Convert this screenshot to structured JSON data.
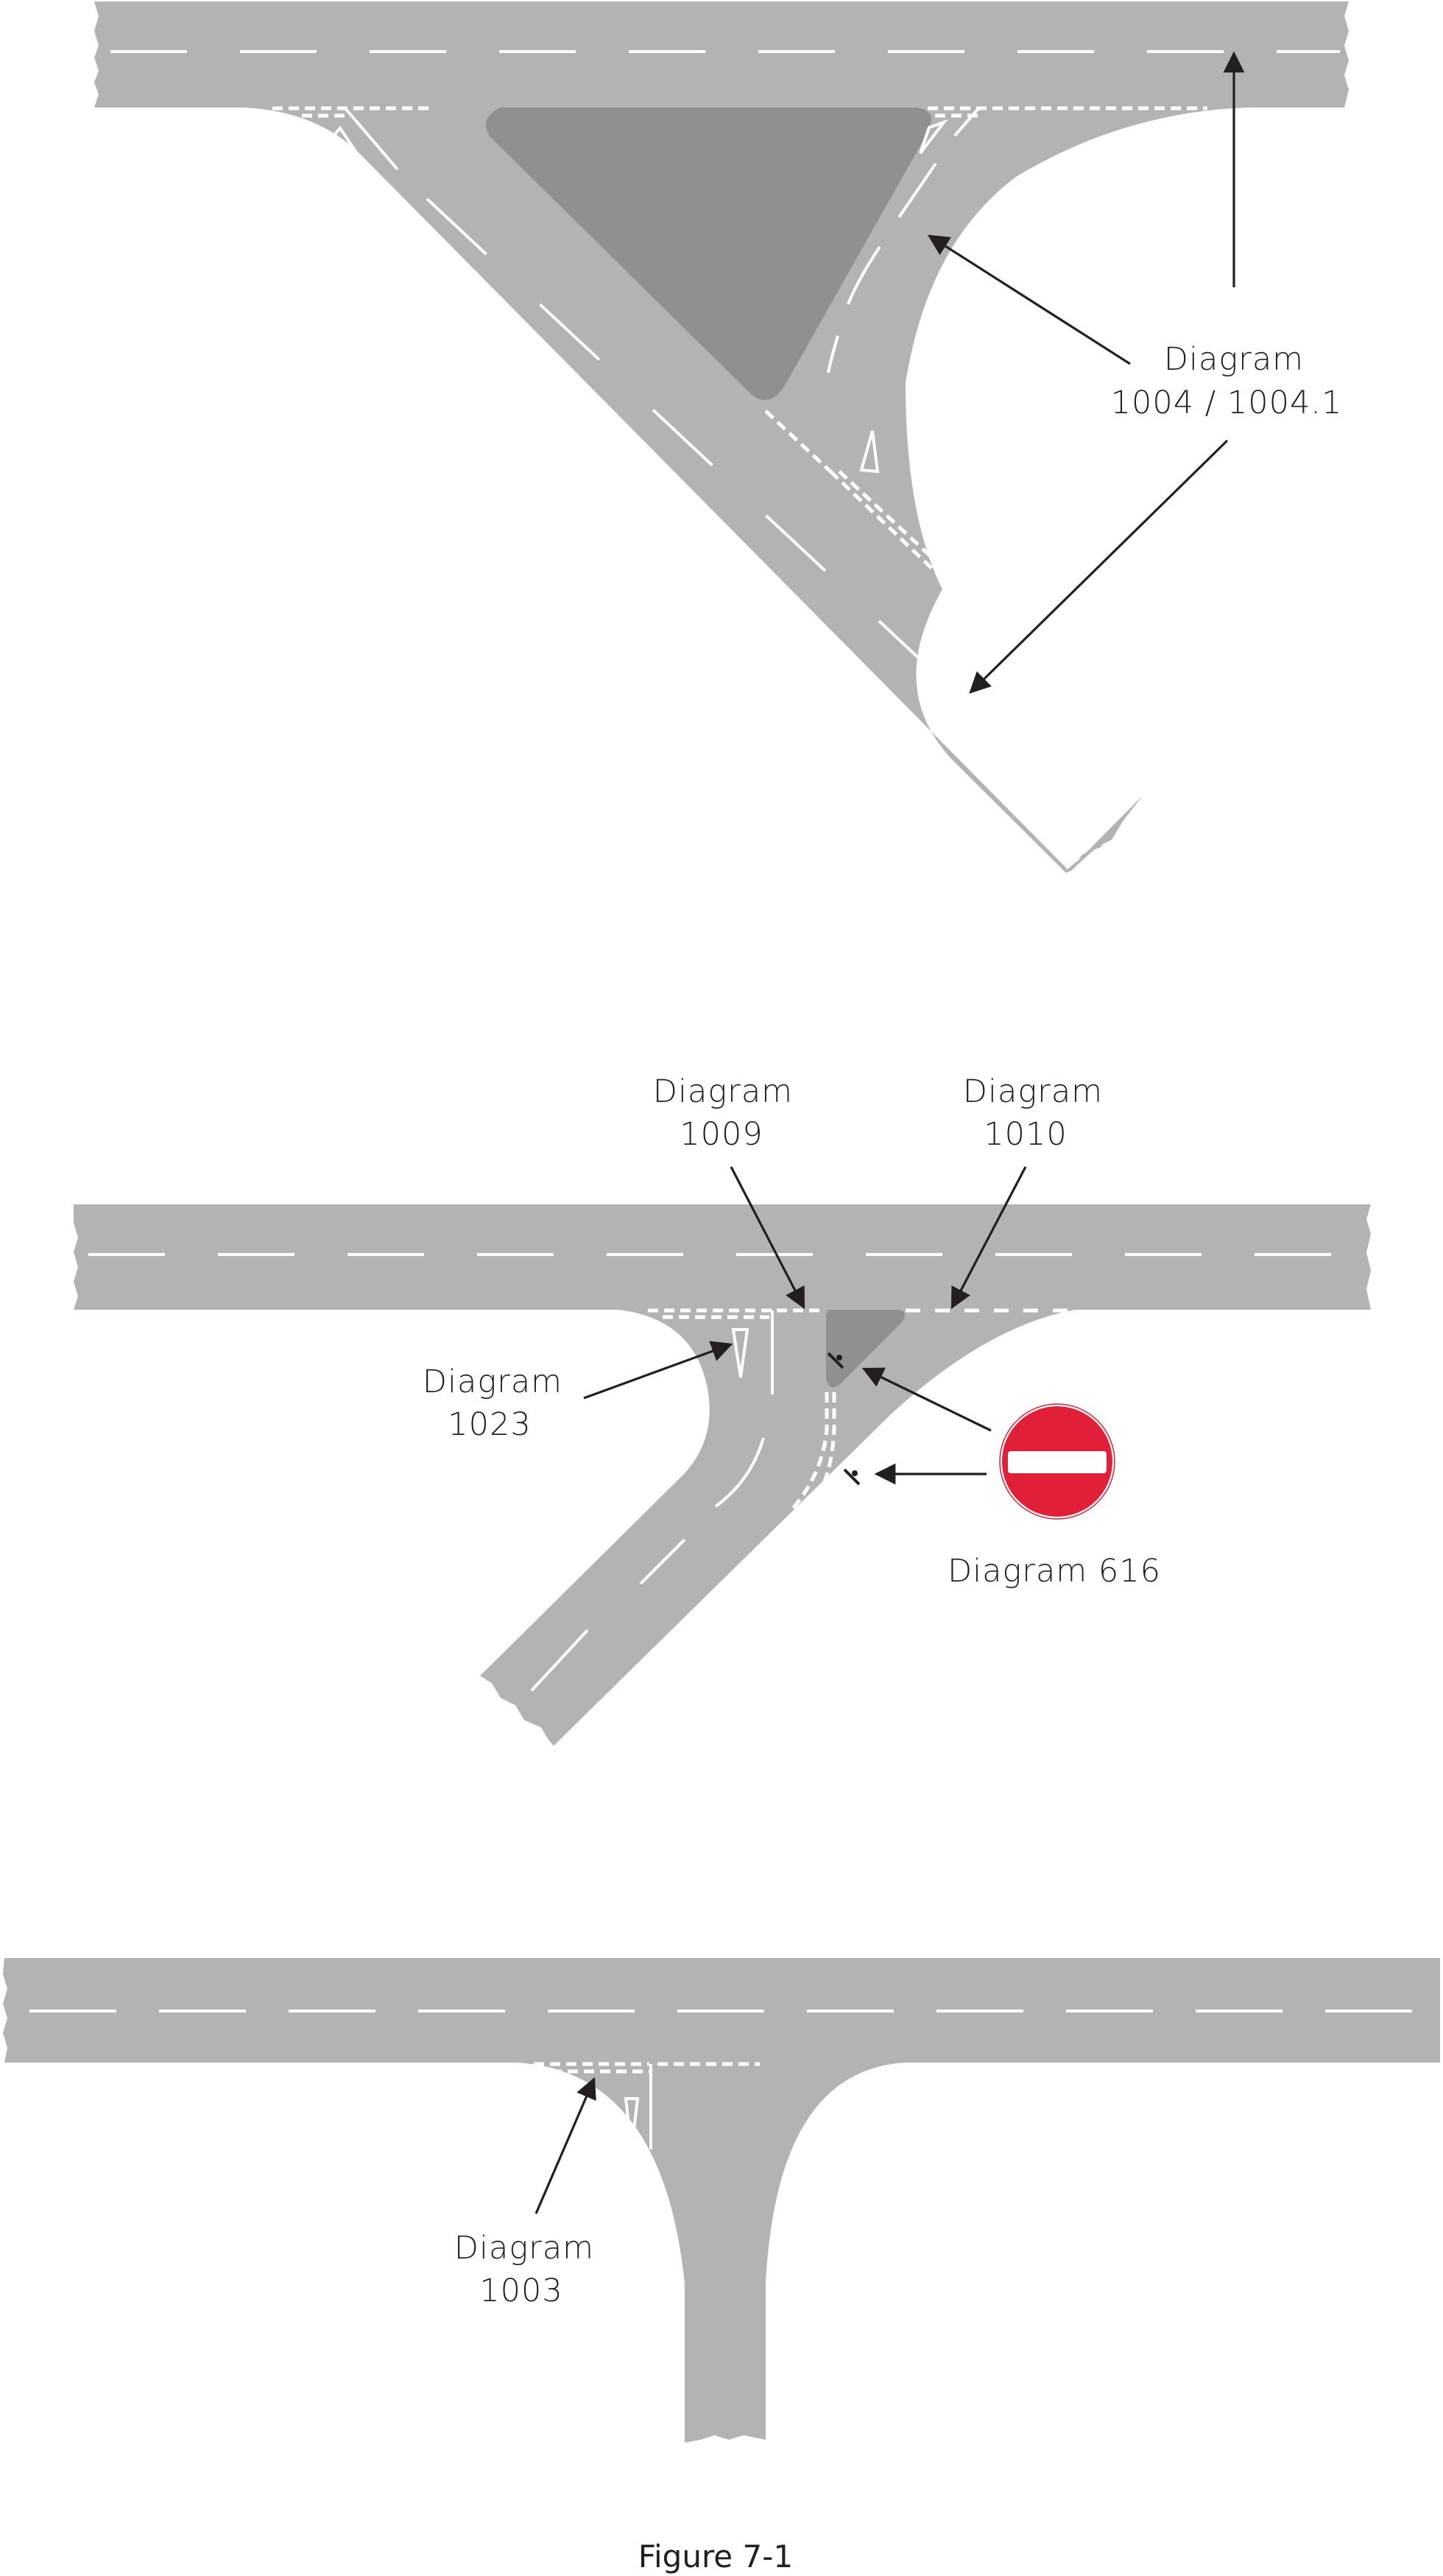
{
  "figure": {
    "caption": "Figure 7-1",
    "colors": {
      "road": "#b3b3b3",
      "island": "#918f90",
      "markings": "#ffffff",
      "annotation": "#231f20",
      "no_entry_red": "#e02039"
    }
  },
  "panels": [
    {
      "id": "y-junction-with-island",
      "labels": [
        {
          "line1": "Diagram",
          "line2": "1004 / 1004.1"
        }
      ]
    },
    {
      "id": "one-way-exit-junction",
      "labels": [
        {
          "line1": "Diagram",
          "line2": "1009"
        },
        {
          "line1": "Diagram",
          "line2": "1010"
        },
        {
          "line1": "Diagram",
          "line2": "1023"
        },
        {
          "line1": "Diagram 616",
          "line2": ""
        }
      ],
      "sign": {
        "name": "no-entry-sign",
        "diagram": "616"
      }
    },
    {
      "id": "t-junction",
      "labels": [
        {
          "line1": "Diagram",
          "line2": "1003"
        }
      ]
    }
  ]
}
